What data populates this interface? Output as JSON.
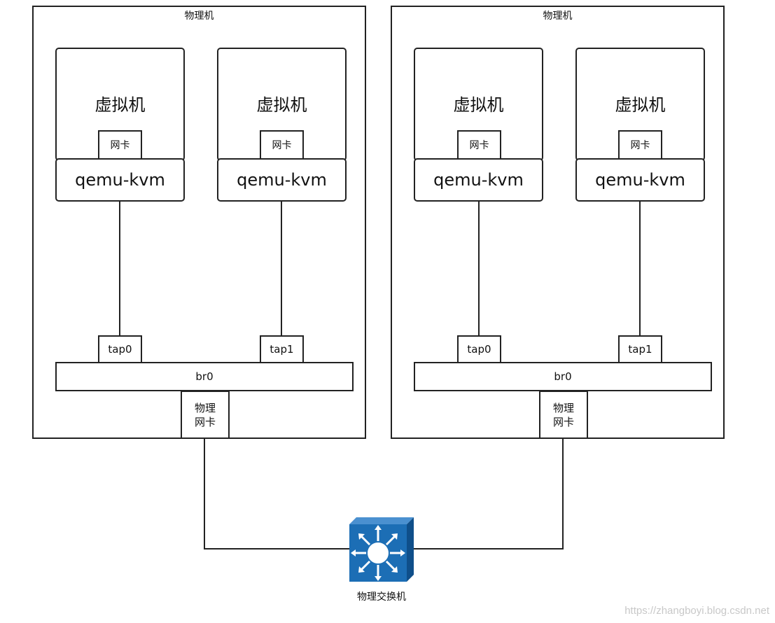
{
  "hosts": [
    {
      "title": "物理机",
      "vms": [
        {
          "label": "虚拟机",
          "nic": "网卡",
          "qemu": "qemu-kvm",
          "tap": "tap0"
        },
        {
          "label": "虚拟机",
          "nic": "网卡",
          "qemu": "qemu-kvm",
          "tap": "tap1"
        }
      ],
      "bridge": "br0",
      "physical_nic": [
        "物理",
        "网卡"
      ]
    },
    {
      "title": "物理机",
      "vms": [
        {
          "label": "虚拟机",
          "nic": "网卡",
          "qemu": "qemu-kvm",
          "tap": "tap0"
        },
        {
          "label": "虚拟机",
          "nic": "网卡",
          "qemu": "qemu-kvm",
          "tap": "tap1"
        }
      ],
      "bridge": "br0",
      "physical_nic": [
        "物理",
        "网卡"
      ]
    }
  ],
  "switch": {
    "label": "物理交换机",
    "icon": "network-switch-icon",
    "color": "#1c6eb5"
  },
  "watermark": "https://zhangboyi.blog.csdn.net"
}
